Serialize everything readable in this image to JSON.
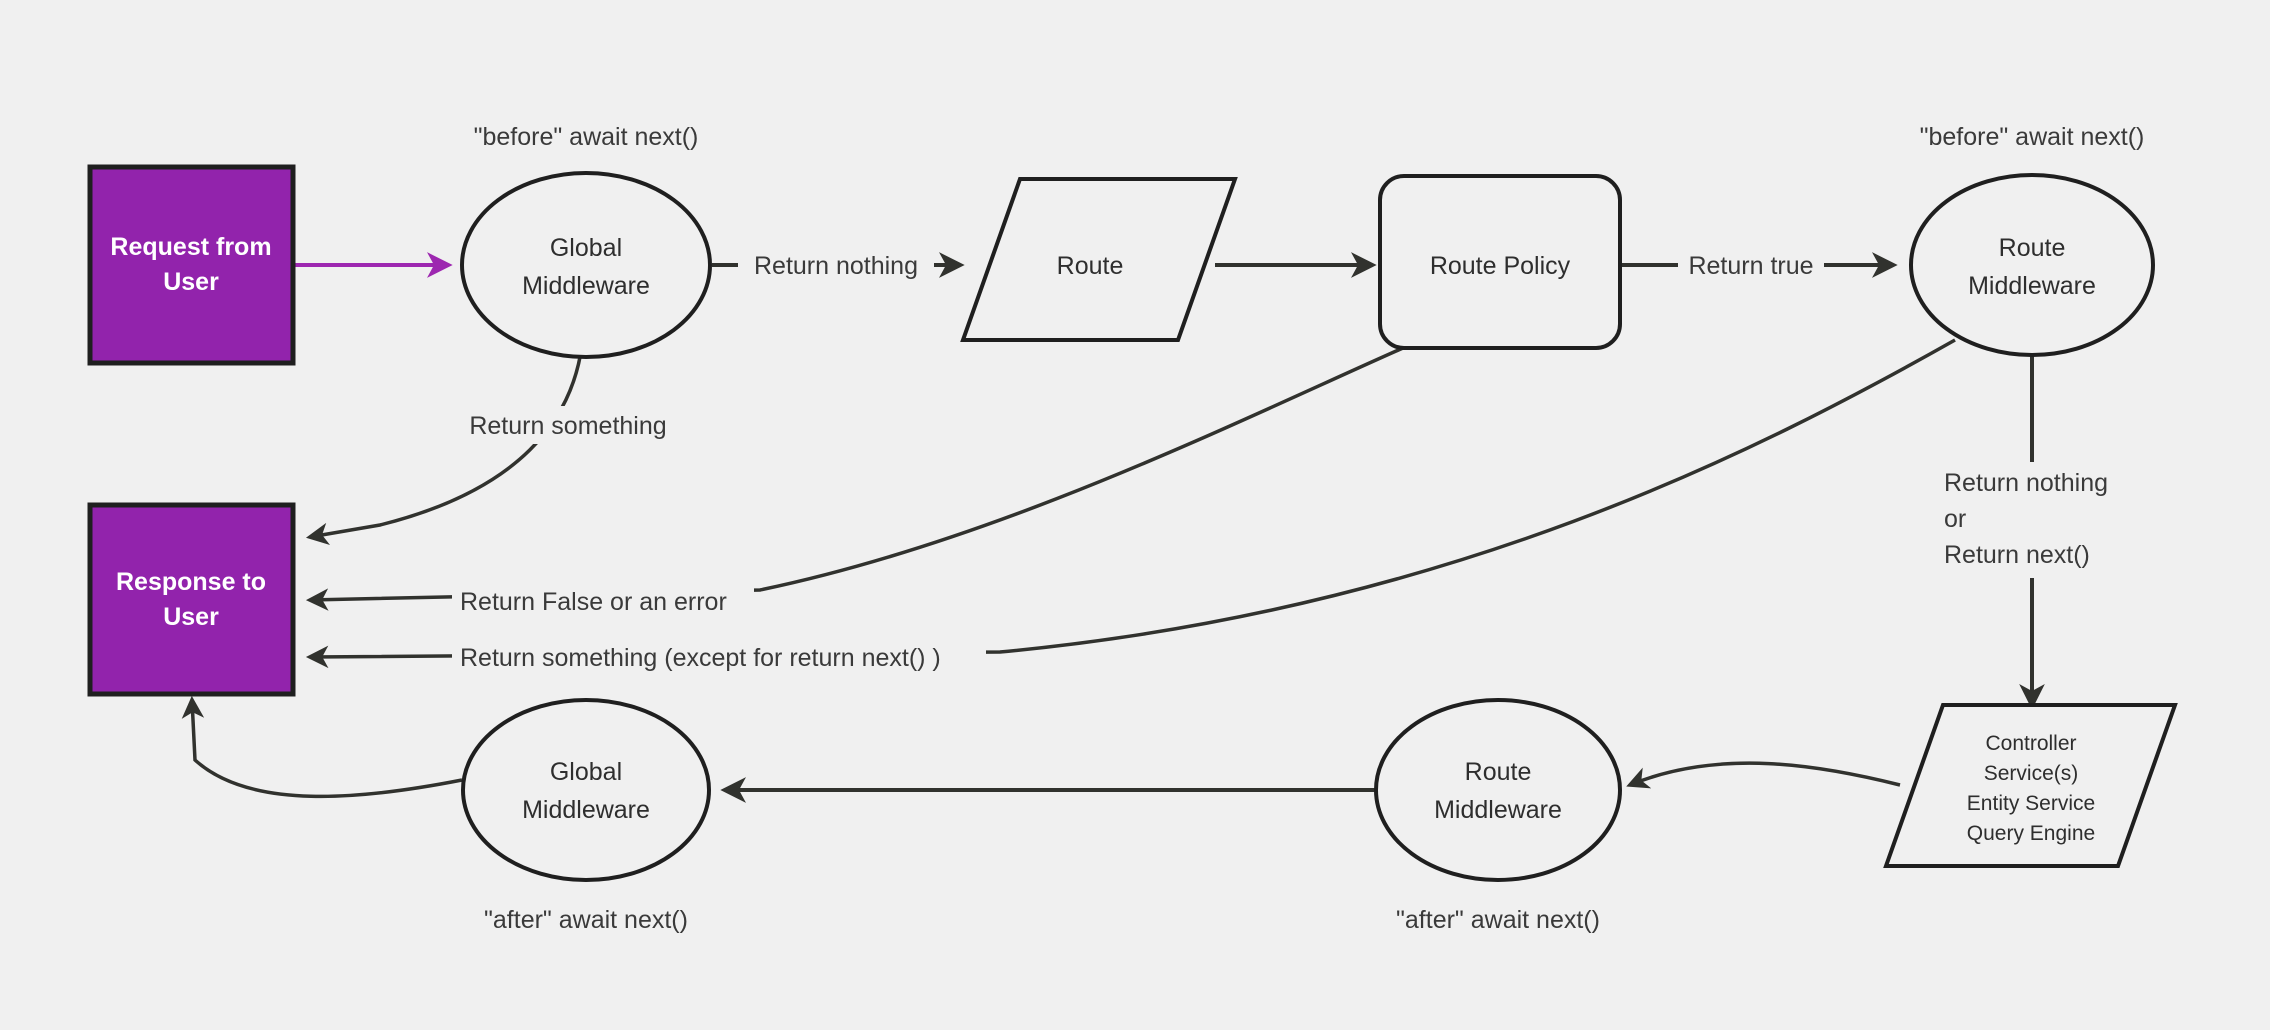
{
  "diagram": {
    "title": "Strapi request lifecycle middleware flow",
    "background_color": "#f0f0f0",
    "accent_color": "#9223ac",
    "stroke_color": "#31322e"
  },
  "nodes": {
    "request": {
      "line1": "Request from",
      "line2": "User",
      "shape": "rectangle",
      "fill": "#9223ac"
    },
    "global_middleware_top": {
      "line1": "Global",
      "line2": "Middleware",
      "shape": "ellipse"
    },
    "route": {
      "line1": "Route",
      "shape": "parallelogram"
    },
    "route_policy": {
      "line1": "Route Policy",
      "shape": "rounded-rectangle"
    },
    "route_middleware_top": {
      "line1": "Route",
      "line2": "Middleware",
      "shape": "ellipse"
    },
    "controller": {
      "line1": "Controller",
      "line2": "Service(s)",
      "line3": "Entity Service",
      "line4": "Query Engine",
      "shape": "parallelogram"
    },
    "route_middleware_bottom": {
      "line1": "Route",
      "line2": "Middleware",
      "shape": "ellipse"
    },
    "global_middleware_bottom": {
      "line1": "Global",
      "line2": "Middleware",
      "shape": "ellipse"
    },
    "response": {
      "line1": "Response to",
      "line2": "User",
      "shape": "rectangle",
      "fill": "#9223ac"
    }
  },
  "annotations": {
    "before_await_next_global": "\"before\" await next()",
    "before_await_next_route": "\"before\" await next()",
    "after_await_next_global": "\"after\" await next()",
    "after_await_next_route": "\"after\" await next()",
    "return_nothing_or_line1": "Return nothing",
    "return_nothing_or_line2": "or",
    "return_nothing_or_line3": "Return next()"
  },
  "edges": {
    "request_to_global": {
      "label": ""
    },
    "global_to_route": {
      "label": "Return nothing"
    },
    "route_to_policy": {
      "label": ""
    },
    "policy_to_route_middleware": {
      "label": "Return true"
    },
    "global_to_response": {
      "label": "Return something"
    },
    "policy_to_response": {
      "label": "Return False or an error"
    },
    "route_middleware_to_response": {
      "label": "Return something (except for return next() )"
    },
    "controller_to_route_middleware_bottom": {
      "label": ""
    },
    "route_middleware_bottom_to_global_bottom": {
      "label": ""
    },
    "global_bottom_to_response": {
      "label": ""
    }
  }
}
